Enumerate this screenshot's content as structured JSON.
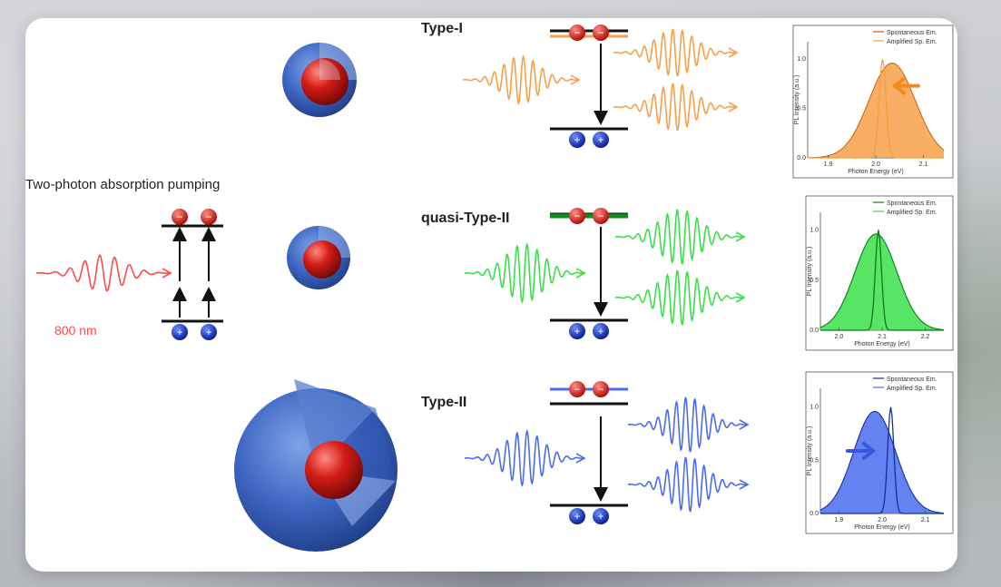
{
  "pumping": {
    "title": "Two-photon absorption pumping",
    "wavelength": "800 nm",
    "color": "#ff4a4a"
  },
  "carriers": {
    "electron": "−",
    "hole": "+"
  },
  "rows": [
    {
      "label": "Type-I",
      "color": "#f7a04a",
      "dark": "#c86a10",
      "plot": {
        "ticks": [
          "1.9",
          "2.0",
          "2.1"
        ],
        "legend": [
          "Spontaneous Em.",
          "Amplified Sp. Em."
        ],
        "yticks": [
          "0.0",
          "0.5",
          "1.0"
        ],
        "ylabel": "PL Intensity (a.u.)",
        "xlabel": "Photon Energy (eV)"
      }
    },
    {
      "label": "quasi-Type-II",
      "color": "#39e04a",
      "dark": "#0d7a1c",
      "plot": {
        "ticks": [
          "2.0",
          "2.1",
          "2.2"
        ],
        "legend": [
          "Spontaneous Em.",
          "Amplified Sp. Em."
        ],
        "yticks": [
          "0.0",
          "0.5",
          "1.0"
        ],
        "ylabel": "PL Intensity (a.u.)",
        "xlabel": "Photon Energy (eV)"
      }
    },
    {
      "label": "Type-II",
      "color": "#4a6cf0",
      "dark": "#1a2e9a",
      "plot": {
        "ticks": [
          "1.9",
          "2.0",
          "2.1"
        ],
        "legend": [
          "Spontaneous Em.",
          "Amplified Sp. Em."
        ],
        "yticks": [
          "0.0",
          "0.5",
          "1.0"
        ],
        "ylabel": "PL Intensity (a.u.)",
        "xlabel": "Photon Energy (eV)"
      }
    }
  ]
}
